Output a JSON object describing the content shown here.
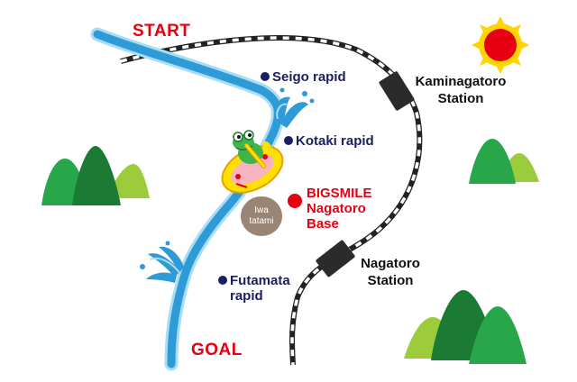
{
  "labels": {
    "start": "START",
    "goal": "GOAL",
    "seigo_rapid": "Seigo rapid",
    "kotaki_rapid": "Kotaki rapid",
    "futamata_rapid_1": "Futamata",
    "futamata_rapid_2": "rapid",
    "base_1": "BIGSMILE",
    "base_2": "Nagatoro",
    "base_3": "Base",
    "rock_1": "Iwa",
    "rock_2": "tatami",
    "kaminagatoro_1": "Kaminagatoro",
    "kaminagatoro_2": "Station",
    "nagatoro_1": "Nagatoro",
    "nagatoro_2": "Station"
  },
  "colors": {
    "river": "#2e9ad6",
    "river_edge": "#a9dcf5",
    "rail": "#222222",
    "start_goal": "#e60012",
    "rapid_text": "#1c1f5e",
    "base_marker": "#e60012",
    "rock": "#9a8575",
    "mountain_dark": "#1b7a34",
    "mountain_mid": "#28a74a",
    "mountain_light": "#9ccc3c",
    "sun": "#e60012",
    "sun_rays": "#ffd400"
  },
  "icons": [
    "sun-icon",
    "frog-raft-icon",
    "splash-icon",
    "station-icon",
    "mountain-icon"
  ]
}
